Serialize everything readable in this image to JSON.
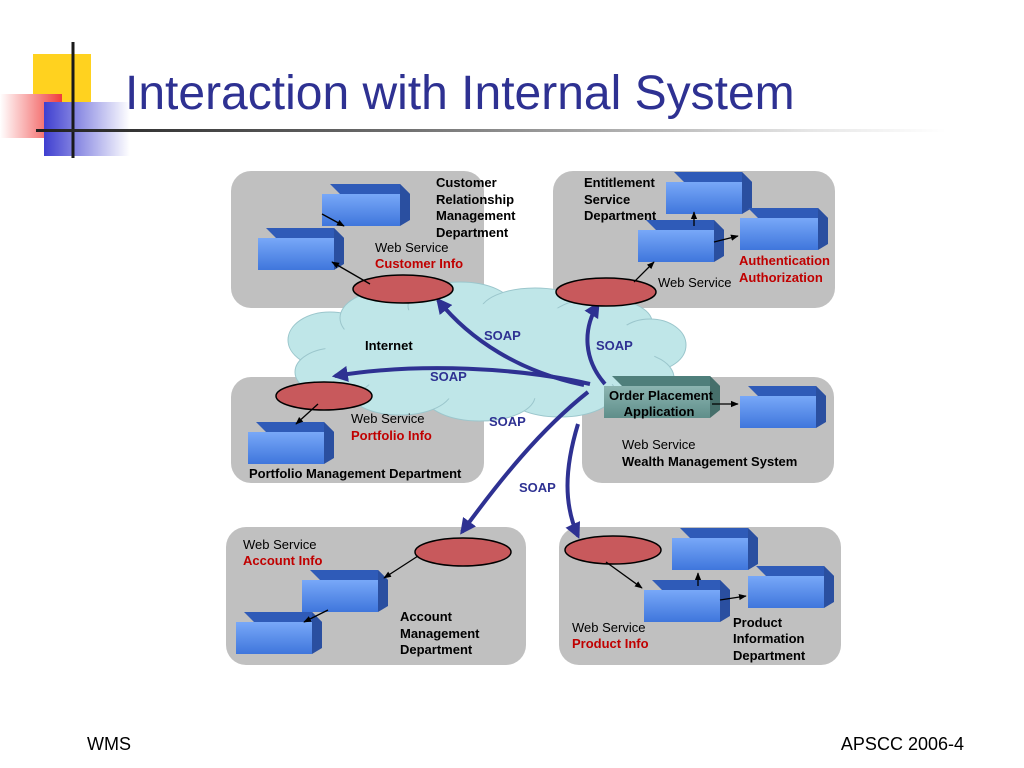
{
  "slide": {
    "title": "Interaction with Internal System",
    "footer_left": "WMS",
    "footer_right": "APSCC 2006-4"
  },
  "colors": {
    "title": "#2e3192",
    "arrow": "#2e3192",
    "highlight": "#c00000",
    "panel": "#c0c0c0",
    "cloud": "#bfe6e8",
    "ellipse": "#c8595c",
    "block": "#4f87e6"
  },
  "diagram": {
    "crm": {
      "dept": [
        "Customer",
        "Relationship",
        "Management",
        "Department"
      ],
      "service": "Web Service",
      "service_name": "Customer Info"
    },
    "entitlement": {
      "dept": [
        "Entitlement",
        "Service",
        "Department"
      ],
      "service": "Web Service",
      "service_name": [
        "Authentication",
        "Authorization"
      ]
    },
    "internet": "Internet",
    "soap": [
      "SOAP",
      "SOAP",
      "SOAP",
      "SOAP",
      "SOAP"
    ],
    "portfolio": {
      "service": "Web Service",
      "service_name": "Portfolio Info",
      "dept": "Portfolio Management Department"
    },
    "wms": {
      "app": [
        "Order Placement",
        "Application"
      ],
      "service": "Web Service",
      "system": "Wealth Management System"
    },
    "account": {
      "service": "Web Service",
      "service_name": "Account Info",
      "dept": [
        "Account",
        "Management",
        "Department"
      ]
    },
    "product": {
      "service": "Web Service",
      "service_name": "Product Info",
      "dept": [
        "Product",
        "Information",
        "Department"
      ]
    }
  }
}
